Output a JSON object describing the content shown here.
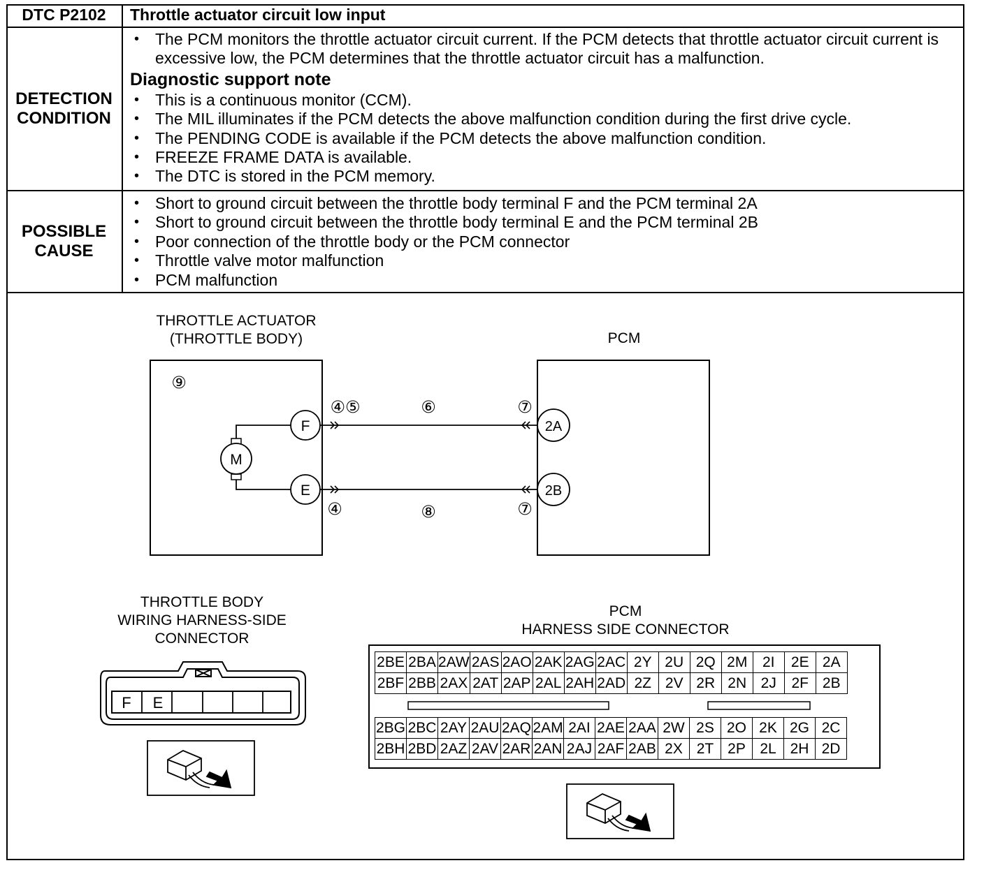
{
  "header": {
    "dtc": "DTC P2102",
    "title": "Throttle actuator circuit low input"
  },
  "detection": {
    "label_line1": "DETECTION",
    "label_line2": "CONDITION",
    "intro": "The PCM monitors the throttle actuator circuit current. If the PCM detects that throttle actuator circuit current is excessive low, the PCM determines that the throttle actuator circuit has a malfunction.",
    "note_title": "Diagnostic support note",
    "notes": [
      "This is a continuous monitor (CCM).",
      "The MIL illuminates if the PCM detects the above malfunction condition during the first drive cycle.",
      "The PENDING CODE is available if the PCM detects the above malfunction condition.",
      "FREEZE FRAME DATA is available.",
      "The DTC is stored in the PCM memory."
    ]
  },
  "possible_cause": {
    "label_line1": "POSSIBLE",
    "label_line2": "CAUSE",
    "items": [
      "Short to ground circuit between the throttle body terminal F and the PCM terminal 2A",
      "Short to ground circuit between the throttle body terminal E and the PCM terminal 2B",
      "Poor connection of the throttle body or the PCM connector",
      "Throttle valve motor malfunction",
      "PCM malfunction"
    ]
  },
  "wiring": {
    "actuator_title_line1": "THROTTLE ACTUATOR",
    "actuator_title_line2": "(THROTTLE BODY)",
    "pcm_title": "PCM",
    "motor_label": "M",
    "terminal_f": "F",
    "terminal_e": "E",
    "terminal_2a": "2A",
    "terminal_2b": "2B",
    "marker_actuator": "⑨",
    "marker_f_conn": "④⑤",
    "marker_top_wire": "⑥",
    "marker_top_pcm": "⑦",
    "marker_e_conn": "④",
    "marker_bottom_wire": "⑧",
    "marker_bottom_pcm": "⑦"
  },
  "tb_connector": {
    "title_line1": "THROTTLE BODY",
    "title_line2": "WIRING HARNESS-SIDE",
    "title_line3": "CONNECTOR",
    "pins": [
      "F",
      "E",
      "",
      "",
      "",
      ""
    ]
  },
  "pcm_connector": {
    "title_line1": "PCM",
    "title_line2": "HARNESS SIDE CONNECTOR",
    "upper_rows": [
      [
        "2BE",
        "2BA",
        "2AW",
        "2AS",
        "2AO",
        "2AK",
        "2AG",
        "2AC",
        "2Y",
        "2U",
        "2Q",
        "2M",
        "2I",
        "2E",
        "2A"
      ],
      [
        "2BF",
        "2BB",
        "2AX",
        "2AT",
        "2AP",
        "2AL",
        "2AH",
        "2AD",
        "2Z",
        "2V",
        "2R",
        "2N",
        "2J",
        "2F",
        "2B"
      ]
    ],
    "lower_rows": [
      [
        "2BG",
        "2BC",
        "2AY",
        "2AU",
        "2AQ",
        "2AM",
        "2AI",
        "2AE",
        "2AA",
        "2W",
        "2S",
        "2O",
        "2K",
        "2G",
        "2C"
      ],
      [
        "2BH",
        "2BD",
        "2AZ",
        "2AV",
        "2AR",
        "2AN",
        "2AJ",
        "2AF",
        "2AB",
        "2X",
        "2T",
        "2P",
        "2L",
        "2H",
        "2D"
      ]
    ]
  }
}
